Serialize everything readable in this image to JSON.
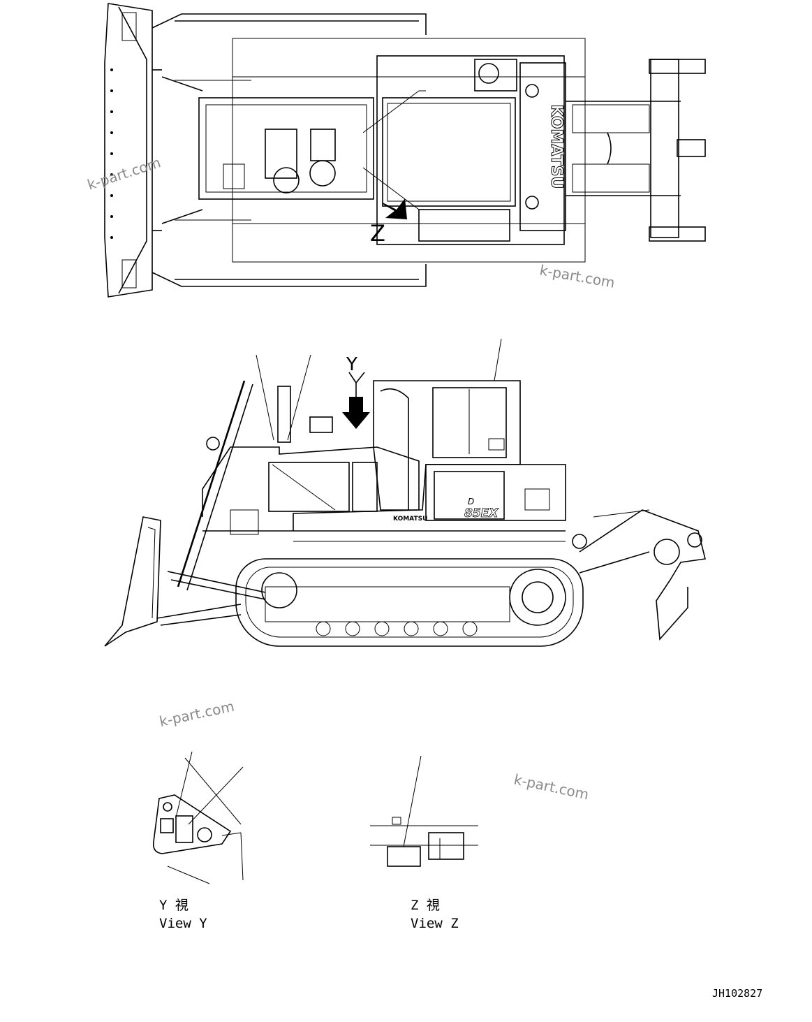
{
  "watermark": "k-part.com",
  "drawing_code": "JH102827",
  "top_view": {
    "brand_text": "KOMATSU",
    "view_marker": "Z"
  },
  "side_view": {
    "model_label_prefix": "D",
    "model_label": "85EX",
    "brand_text": "KOMATSU",
    "view_marker": "Y"
  },
  "view_y": {
    "label_jp": "Y 視",
    "label_en": "View Y"
  },
  "view_z": {
    "label_jp": "Z 視",
    "label_en": "View Z"
  }
}
